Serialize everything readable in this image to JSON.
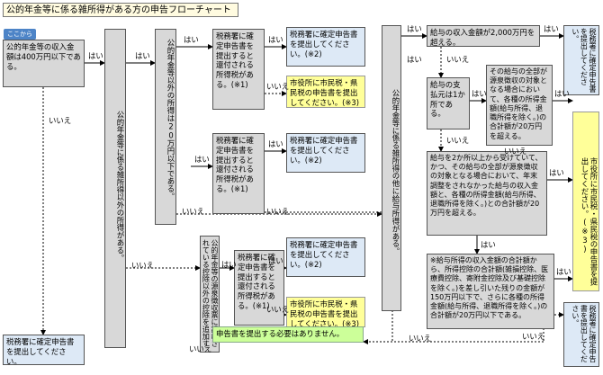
{
  "title": "公的年金等に係る雑所得がある方の申告フローチャート",
  "start_tag": "ここから",
  "nodes": {
    "q_pension_income": "公的年金等の収入金額は400万円以下である。",
    "q_other_income": "公的年金等に係る雑所得以外の所得がある。",
    "q_other_under20": "公的年金等以外の所得は20万円以下である。",
    "q_refund1": "税務署に確定申告書を提出すると還付される所得税がある。(※1)",
    "q_refund2": "税務署に確定申告書を提出すると還付される所得税がある。(※1)",
    "q_refund3": "税務署に確定申告書を提出すると還付される所得税がある。(※1)",
    "q_deduction": "公的年金等の源泉徴収票に記載されている控除以外の控除を追加する。",
    "q_salary_other": "公的年金等に係る雑所得の他に給与所得がある。",
    "q_salary_over2000": "給与の収入金額が2,000万円を超える。",
    "q_single_payer": "給与の支払元は1か所である。",
    "q_single_detail": "その給与の全部が源泉徴収の対象となる場合において、各種の所得金額(給与所得、退職所得を除く。)の合計額が20万円を超える。",
    "q_multi_payer": "給与を2か所以上から受けていて、かつ、その給与の全部が源泉徴収の対象となる場合において、年末調整をされなかった給与の収入金額と、各種の所得金額(給与所得、退職所得を除く。)との合計額が20万円を超える。",
    "q_deduct_calc": "※給与所得の収入金額の合計額から、所得控除の合計額(雑損控除、医療費控除、寄附金控除及び基礎控除を除く。)を差し引いた残りの金額が150万円以下で、さらに各種の所得金額(給与所得、退職所得を除く。)の合計額が20万円以下である。"
  },
  "results": {
    "r_file_tax_office_bottom": "税務署に確定申告書を提出してください。",
    "r_file_2_a": "税務署に確定申告書を提出してください。(※2)",
    "r_city_3_a": "市役所に市民税・県民税の申告書を提出してください。(※3)",
    "r_file_2_b": "税務署に確定申告書を提出してください。(※2)",
    "r_file_2_c": "税務署に確定申告書を提出してください。(※2)",
    "r_city_3_c": "市役所に市民税・県民税の申告書を提出してください。(※3)",
    "r_none": "申告書を提出する必要はありません。",
    "r_file_right_top": "税務署に確定申告書を提出してください。",
    "r_city_right": "市役所に市民税・県民税の申告書を提出してください。(※3)",
    "r_file_right_bottom": "税務署に確定申告書を提出してください。"
  },
  "labels": {
    "yes": "はい",
    "no": "いいえ"
  },
  "colors": {
    "decision": "#d8d8d8",
    "result_blue": "#dde9f6",
    "result_yellow": "#ffff99",
    "result_green": "#ccff99",
    "title_bg": "#fffbe0",
    "tag": "#4d84c7"
  }
}
